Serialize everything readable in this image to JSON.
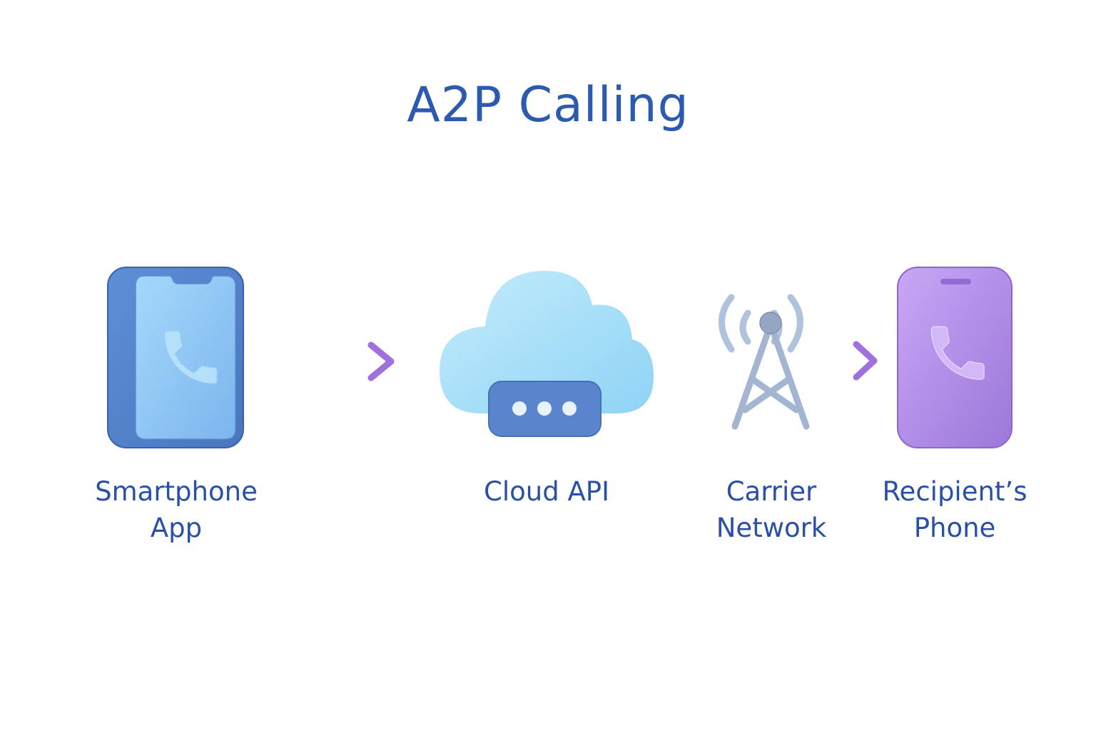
{
  "title": "A2P Calling",
  "nodes": [
    {
      "label_lines": [
        "Smartphone",
        "App"
      ],
      "icon": "smartphone-icon"
    },
    {
      "label_lines": [
        "Cloud API"
      ],
      "icon": "cloud-icon"
    },
    {
      "label_lines": [
        "Carrier",
        "Network"
      ],
      "icon": "cell-tower-icon"
    },
    {
      "label_lines": [
        "Recipient’s",
        "Phone"
      ],
      "icon": "phone-icon"
    }
  ],
  "colors": {
    "title": "#2c5aae",
    "label": "#2a50a6",
    "blue": "#4f80c8",
    "purple": "#a37ee0",
    "tower": "#a9bbd6"
  }
}
